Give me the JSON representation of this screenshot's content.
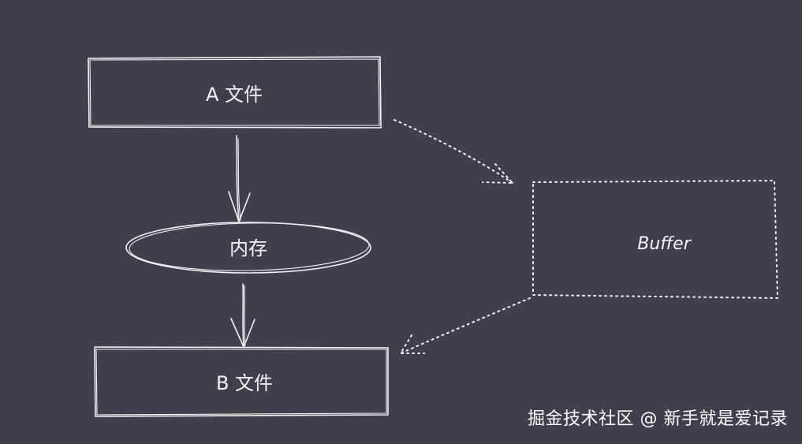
{
  "diagram": {
    "nodes": {
      "file_a": "A 文件",
      "memory": "内存",
      "buffer": "Buffer",
      "file_b": "B 文件"
    },
    "edges": [
      {
        "from": "file_a",
        "to": "memory",
        "style": "solid"
      },
      {
        "from": "memory",
        "to": "file_b",
        "style": "solid"
      },
      {
        "from": "file_a",
        "to": "buffer",
        "style": "dotted"
      },
      {
        "from": "buffer",
        "to": "file_b",
        "style": "dotted"
      }
    ]
  },
  "watermark": "掘金技术社区 @ 新手就是爱记录",
  "colors": {
    "background": "#3f404c",
    "stroke": "#f2f2f2"
  }
}
